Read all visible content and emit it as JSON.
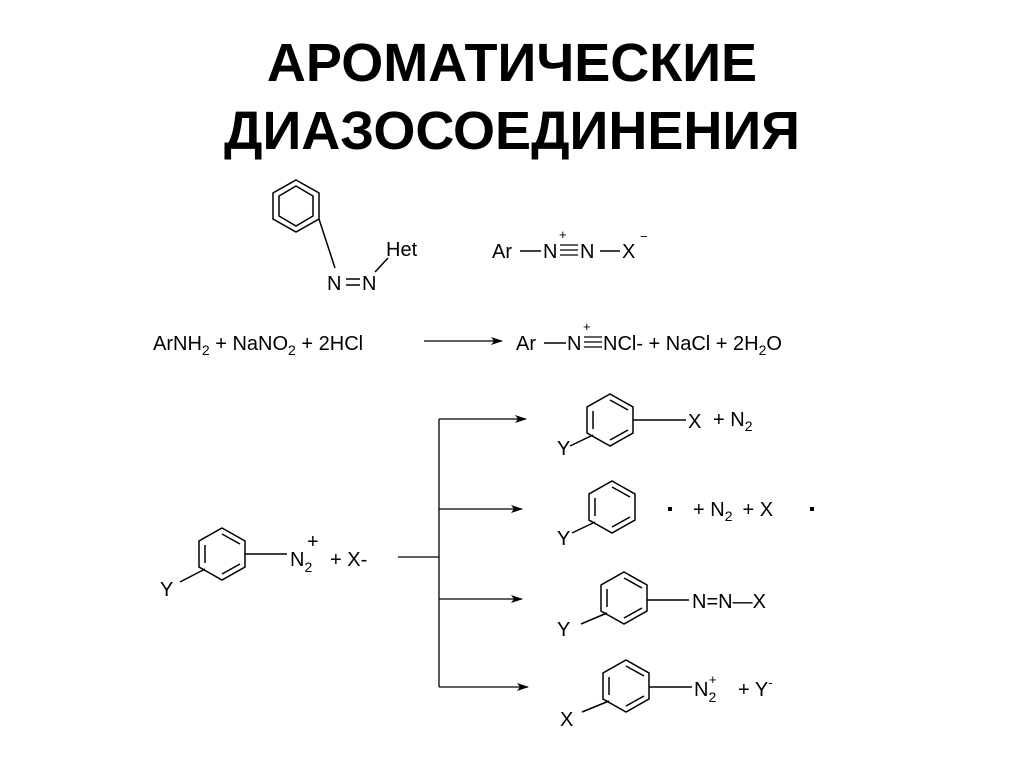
{
  "title": {
    "line1": "АРОМАТИЧЕСКИЕ",
    "line2": "ДИАЗОСОЕДИНЕНИЯ"
  },
  "top_row": {
    "azo_nn": "N",
    "azo_nn2": "N",
    "azo_het": "Het",
    "diazonium_ar": "Ar",
    "diazonium_n1": "N",
    "diazonium_n2": "N",
    "diazonium_x": "X",
    "plus": "+",
    "minus": "−"
  },
  "reaction": {
    "lhs_arnh": "ArNH",
    "lhs_sub2": "2",
    "lhs_nano": " + NaNO",
    "lhs_sub2b": "2",
    "lhs_hcl": " + 2HCl",
    "rhs_ar": "Ar",
    "rhs_n": "N",
    "rhs_ncl": "NCl- + NaCl + 2H",
    "rhs_sub2": "2",
    "rhs_o": "O",
    "plus": "+"
  },
  "reactant": {
    "y": "Y",
    "n": "N",
    "sub2": "2",
    "plus": "+",
    "x_minus": "+  X-"
  },
  "products": [
    {
      "sub": "Y",
      "group": "X",
      "tail": "+  N",
      "tail_sub": "2"
    },
    {
      "sub": "Y",
      "tail": "+  N",
      "tail_sub": "2",
      "tail2": "+  X"
    },
    {
      "sub": "Y",
      "group": "N=N—X"
    },
    {
      "sub": "X",
      "group_n": "N",
      "group_sub": "2",
      "group_sup": "+",
      "tail": "+  Y",
      "tail_sup": "-"
    }
  ]
}
